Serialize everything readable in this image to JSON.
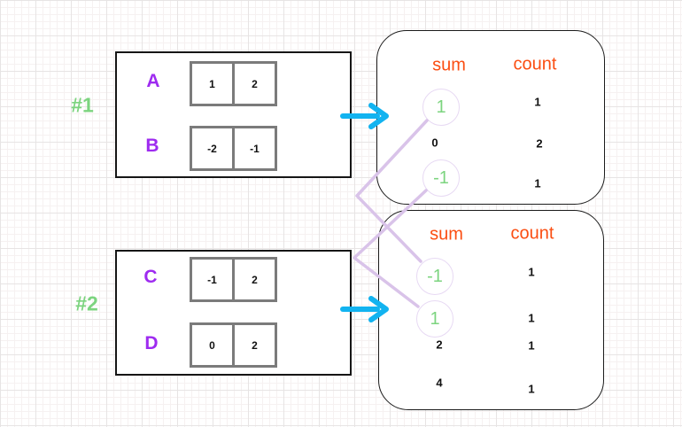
{
  "canvas": {
    "groups": [
      {
        "label": "#1",
        "arrays": [
          {
            "name": "A",
            "cells": [
              "1",
              "2"
            ]
          },
          {
            "name": "B",
            "cells": [
              "-2",
              "-1"
            ]
          }
        ],
        "table": {
          "sum_header": "sum",
          "count_header": "count",
          "rows": [
            {
              "sum": "1",
              "count": "1",
              "highlighted": true
            },
            {
              "sum": "0",
              "count": "2",
              "highlighted": false
            },
            {
              "sum": "-1",
              "count": "1",
              "highlighted": true
            }
          ]
        }
      },
      {
        "label": "#2",
        "arrays": [
          {
            "name": "C",
            "cells": [
              "-1",
              "2"
            ]
          },
          {
            "name": "D",
            "cells": [
              "0",
              "2"
            ]
          }
        ],
        "table": {
          "sum_header": "sum",
          "count_header": "count",
          "rows": [
            {
              "sum": "-1",
              "count": "1",
              "highlighted": true
            },
            {
              "sum": "1",
              "count": "1",
              "highlighted": true
            },
            {
              "sum": "2",
              "count": "1",
              "highlighted": false
            },
            {
              "sum": "4",
              "count": "1",
              "highlighted": false
            }
          ]
        }
      }
    ],
    "connections": [
      {
        "from": "group1 sum 1",
        "to": "group2 sum -1"
      },
      {
        "from": "group1 sum -1",
        "to": "group2 sum 1"
      }
    ],
    "colors": {
      "green": "#7cd47f",
      "purple": "#9e2bf0",
      "orange": "#fb4e12",
      "arrow_blue": "#12b3f0",
      "connector_lavender": "#d9c3e9",
      "cell_border_gray": "#7b7b7b"
    }
  }
}
